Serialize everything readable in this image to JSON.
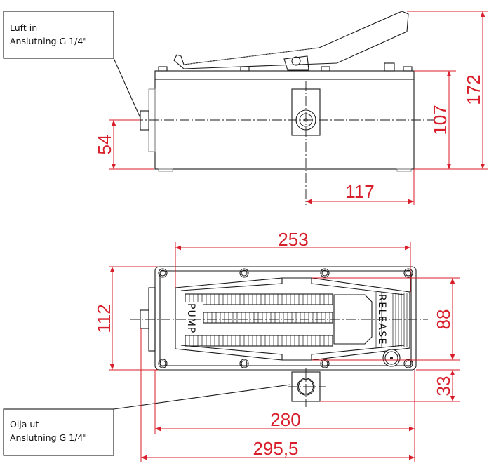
{
  "callouts": {
    "air_in": {
      "line1": "Luft in",
      "line2": "Anslutning G 1/4\""
    },
    "oil_out": {
      "line1": "Olja ut",
      "line2": "Anslutning G 1/4\""
    }
  },
  "dimensions": {
    "side_port_height": "54",
    "body_height": "107",
    "total_height": "172",
    "port_offset": "117",
    "pedal_length": "253",
    "body_width": "112",
    "pedal_width": "88",
    "outlet_offset": "33",
    "body_length": "280",
    "total_length": "295,5"
  },
  "pedal_labels": {
    "pump": "PUMP",
    "release": "RELEASE"
  },
  "colors": {
    "dimension": "#d81e2a",
    "outline": "#1a1a1a"
  }
}
